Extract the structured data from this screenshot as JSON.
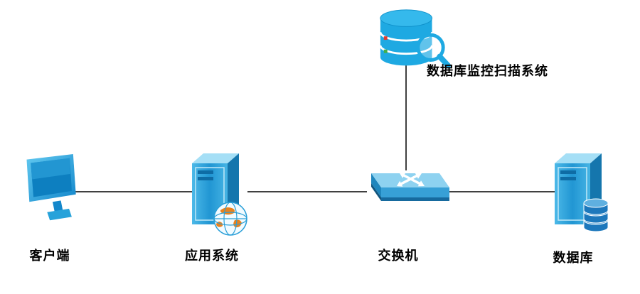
{
  "diagram": {
    "background": "#ffffff",
    "nodes": [
      {
        "id": "client",
        "label": "客户端",
        "icon": "monitor-icon"
      },
      {
        "id": "app-system",
        "label": "应用系统",
        "icon": "server-globe-icon"
      },
      {
        "id": "switch",
        "label": "交换机",
        "icon": "network-switch-icon"
      },
      {
        "id": "database",
        "label": "数据库",
        "icon": "server-database-icon"
      },
      {
        "id": "db-scan",
        "label": "数据库监控扫描系统",
        "icon": "database-magnifier-icon"
      }
    ],
    "edges": [
      {
        "from": "client",
        "to": "app-system"
      },
      {
        "from": "app-system",
        "to": "switch"
      },
      {
        "from": "switch",
        "to": "database"
      },
      {
        "from": "switch",
        "to": "db-scan"
      }
    ],
    "colors": {
      "connector_line": "#000000",
      "primary_cyan": "#29abe2",
      "server_blue": "#2196d3",
      "dark_blue": "#1b75bb",
      "globe_orange": "#e8821e",
      "label_text": "#000000"
    }
  }
}
